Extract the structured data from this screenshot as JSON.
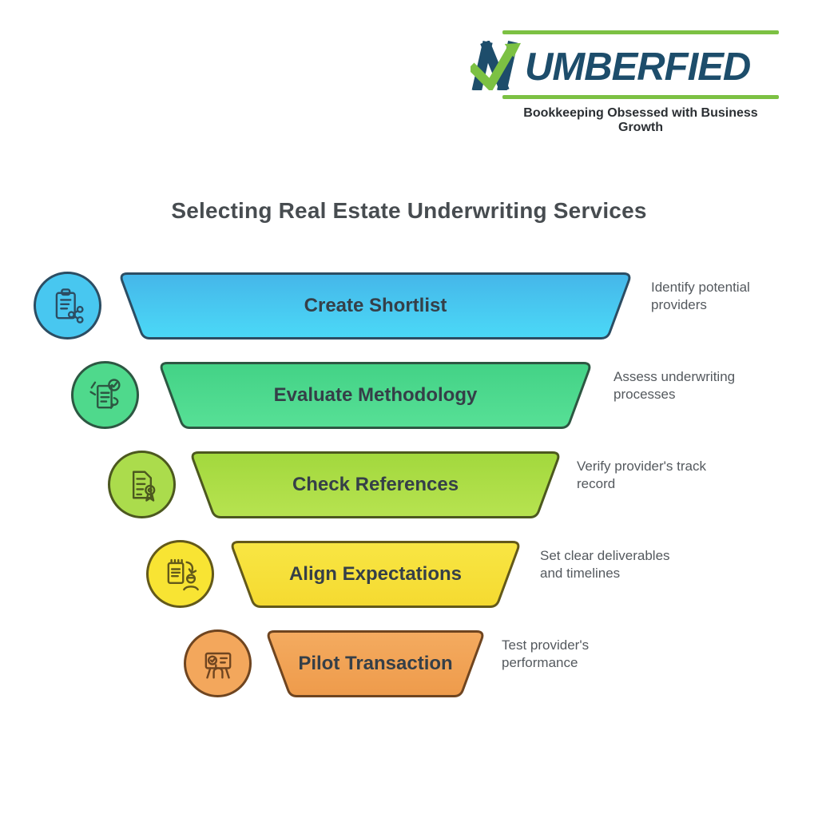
{
  "logo": {
    "brand": "NUMBERFIED",
    "wordmark_rest": "UMBERFIED",
    "tagline": "Bookkeeping Obsessed with Business Growth",
    "colors": {
      "navy": "#1d4d6b",
      "green": "#7cc143"
    }
  },
  "title": "Selecting Real Estate Underwriting Services",
  "funnel": {
    "stages": [
      {
        "label": "Create Shortlist",
        "note": "Identify potential providers",
        "icon": "clipboard-share-icon",
        "color_top": "#45b6e9",
        "color_bottom": "#4bd9f7",
        "stroke": "#2c4d63",
        "circle_fill": "#48c7f0"
      },
      {
        "label": "Evaluate Methodology",
        "note": "Assess underwriting processes",
        "icon": "document-check-hands-icon",
        "color_top": "#43d286",
        "color_bottom": "#57e096",
        "stroke": "#2d5742",
        "circle_fill": "#4fd98c"
      },
      {
        "label": "Check References",
        "note": "Verify provider's track record",
        "icon": "certificate-award-icon",
        "color_top": "#a2d83d",
        "color_bottom": "#b7e350",
        "stroke": "#4c581f",
        "circle_fill": "#abdc4c"
      },
      {
        "label": "Align Expectations",
        "note": "Set clear deliverables and timelines",
        "icon": "notepad-person-arrow-icon",
        "color_top": "#f8e644",
        "color_bottom": "#f5da30",
        "stroke": "#63591a",
        "circle_fill": "#f8e433"
      },
      {
        "label": "Pilot Transaction",
        "note": "Test provider's performance",
        "icon": "presentation-check-icon",
        "color_top": "#f4ab60",
        "color_bottom": "#ee9b4b",
        "stroke": "#6f4520",
        "circle_fill": "#f3a75c"
      }
    ]
  }
}
